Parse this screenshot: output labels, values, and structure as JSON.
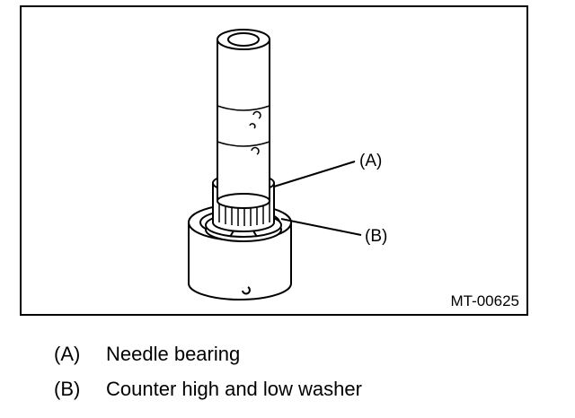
{
  "figure": {
    "code": "MT-00625",
    "callouts": {
      "a": "(A)",
      "b": "(B)"
    }
  },
  "legend": [
    {
      "key": "(A)",
      "text": "Needle bearing"
    },
    {
      "key": "(B)",
      "text": "Counter high and low washer"
    }
  ]
}
